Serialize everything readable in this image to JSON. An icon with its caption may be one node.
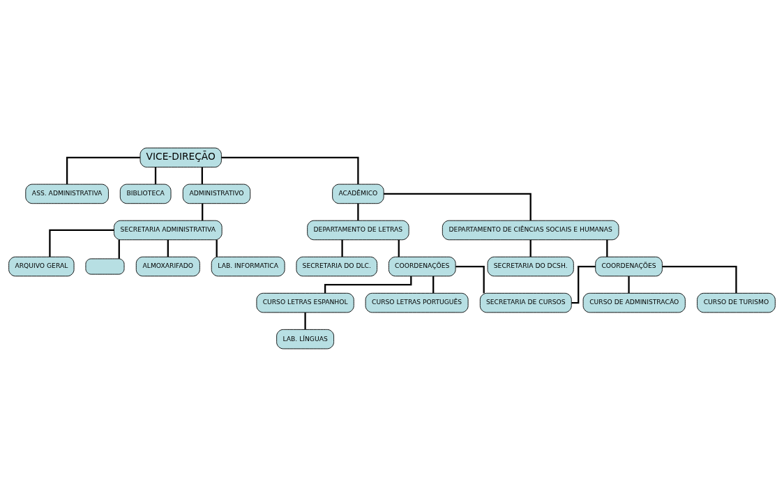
{
  "diagram": {
    "nodes": [
      {
        "text": [
          "VICE-DIREÇÃO"
        ]
      },
      {
        "text": [
          "ASS. ADMINISTRATIVA"
        ]
      },
      {
        "text": [
          "BIBLIOTECA"
        ]
      },
      {
        "text": [
          "ADMINISTRATIVO"
        ]
      },
      {
        "text": [
          "ACADÊMICO"
        ]
      },
      {
        "text": [
          "SECRETARIA ADMINISTRATIVA"
        ]
      },
      {
        "text": [
          "DEPARTAMENTO DE LETRAS"
        ]
      },
      {
        "text": [
          "DEPARTAMENTO DE CIÊNCIAS SOCIAIS E HUMANAS"
        ]
      },
      {
        "text": [
          "ARQUIVO GERAL"
        ]
      },
      {
        "text": [
          "SECRETARIA DO DLC."
        ]
      },
      {
        "text": [
          "SECRETARIA DO DCSH."
        ]
      },
      {
        "text": [],
        "shape": "box"
      },
      {
        "text": [
          "ALMOXARIFADO"
        ]
      },
      {
        "text": [
          "COORDENAÇÕES"
        ]
      },
      {
        "text": [
          "COORDENAÇÕES"
        ]
      },
      {
        "text": [
          "LAB. INFORMATICA"
        ]
      },
      {
        "text": [
          "CURSO DE ADMINISTRACÃO"
        ]
      },
      {
        "text": [
          "CURSO DE TURISMO"
        ]
      },
      {
        "text": [
          "CURSO LETRAS ESPANHOL"
        ]
      },
      {
        "text": [
          "CURSO LETRAS PORTUGUÊS"
        ]
      },
      {
        "text": [
          "SECRETARIA DE CURSOS"
        ]
      },
      {
        "text": [
          "LAB. LÍNGUAS"
        ]
      }
    ],
    "edges": [
      {
        "from": 0,
        "to": 1,
        "arrow": "none"
      },
      {
        "from": 0,
        "to": 2,
        "arrow": "none"
      },
      {
        "from": 0,
        "to": 3,
        "arrow": "none"
      },
      {
        "from": 0,
        "to": 4,
        "arrow": "none"
      },
      {
        "from": 3,
        "to": 5,
        "arrow": "none"
      },
      {
        "from": 4,
        "to": 6,
        "arrow": "none"
      },
      {
        "from": 4,
        "to": 7,
        "arrow": "none"
      },
      {
        "from": 5,
        "to": 8,
        "arrow": "none"
      },
      {
        "from": 5,
        "to": 11,
        "arrow": "none"
      },
      {
        "from": 5,
        "to": 15,
        "arrow": "none"
      },
      {
        "from": 5,
        "to": 12,
        "arrow": "none"
      },
      {
        "from": 6,
        "to": 9,
        "arrow": "none"
      },
      {
        "from": 6,
        "to": 13,
        "arrow": "none"
      },
      {
        "from": 7,
        "to": 10,
        "arrow": "none"
      },
      {
        "from": 7,
        "to": 14,
        "arrow": "none"
      },
      {
        "from": 13,
        "to": 18,
        "arrow": "none"
      },
      {
        "from": 13,
        "to": 19,
        "arrow": "none"
      },
      {
        "from": 13,
        "to": 20,
        "arrow": "none"
      },
      {
        "from": 14,
        "to": 16,
        "arrow": "none"
      },
      {
        "from": 14,
        "to": 17,
        "arrow": "none"
      },
      {
        "from": 14,
        "to": 20,
        "arrow": "none"
      },
      {
        "from": 18,
        "to": 21,
        "arrow": "none"
      }
    ]
  }
}
